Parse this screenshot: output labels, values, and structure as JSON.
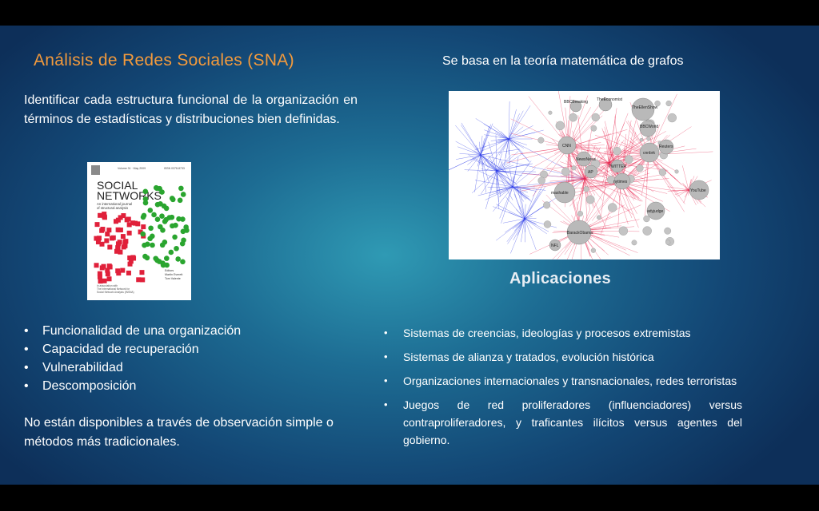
{
  "slide": {
    "title": "Análisis de Redes Sociales (SNA)",
    "subtitle": "Se basa en la teoría matemática de grafos",
    "intro": "Identificar cada estructura funcional de la organización en términos de estadísticas y distribuciones bien definidas.",
    "cover": {
      "meta_left": "Volume 31 · May 2009",
      "meta_right": "ISSN 0378-8733",
      "line1": "SOCIAL",
      "line2": "NETWORKS",
      "subtitle1": "An international journal",
      "subtitle2": "of structural analysis",
      "editors_label": "Editors",
      "editor1": "Martin Everett",
      "editor2": "Tom Valente",
      "footer1": "In association with",
      "footer2": "The International Network for",
      "footer3": "Social Network Analysis (INSNA)"
    },
    "graph_labels": {
      "bbc": "BBCBreaking",
      "economist": "TheEconomist",
      "ellen": "TheEllenShow",
      "bbcworld": "BBCWorld",
      "cnn": "CNN",
      "reuters": "Reuters",
      "cnnbrk": "cnnbrk",
      "news": "NewsNews",
      "nytimes": "nytimes",
      "mashable": "mashable",
      "youtube": "YouTube",
      "adyjudge": "adyjudge",
      "obama": "BarackObama",
      "nfl": "NFL",
      "ap": "AP",
      "twitter": "TWITTER"
    },
    "apps_title": "Aplicaciones",
    "left_bullets": [
      "Funcionalidad de una organización",
      "Capacidad de recuperación",
      "Vulnerabilidad",
      "Descomposición"
    ],
    "closing": "No están disponibles a través de observación simple o métodos más tradicionales.",
    "right_bullets": [
      "Sistemas de creencias, ideologías y procesos extremistas",
      "Sistemas de alianza y tratados, evolución histórica",
      "Organizaciones internacionales y transnacionales, redes terroristas",
      "Juegos de red proliferadores (influenciadores) versus contraproliferadores, y traficantes ilícitos versus agentes del gobierno."
    ],
    "colors": {
      "title": "#f39a3c",
      "graph_red": "#e8204a",
      "graph_blue": "#1e2ee6",
      "cover_red": "#e0203a",
      "cover_green": "#2aa52f"
    }
  }
}
